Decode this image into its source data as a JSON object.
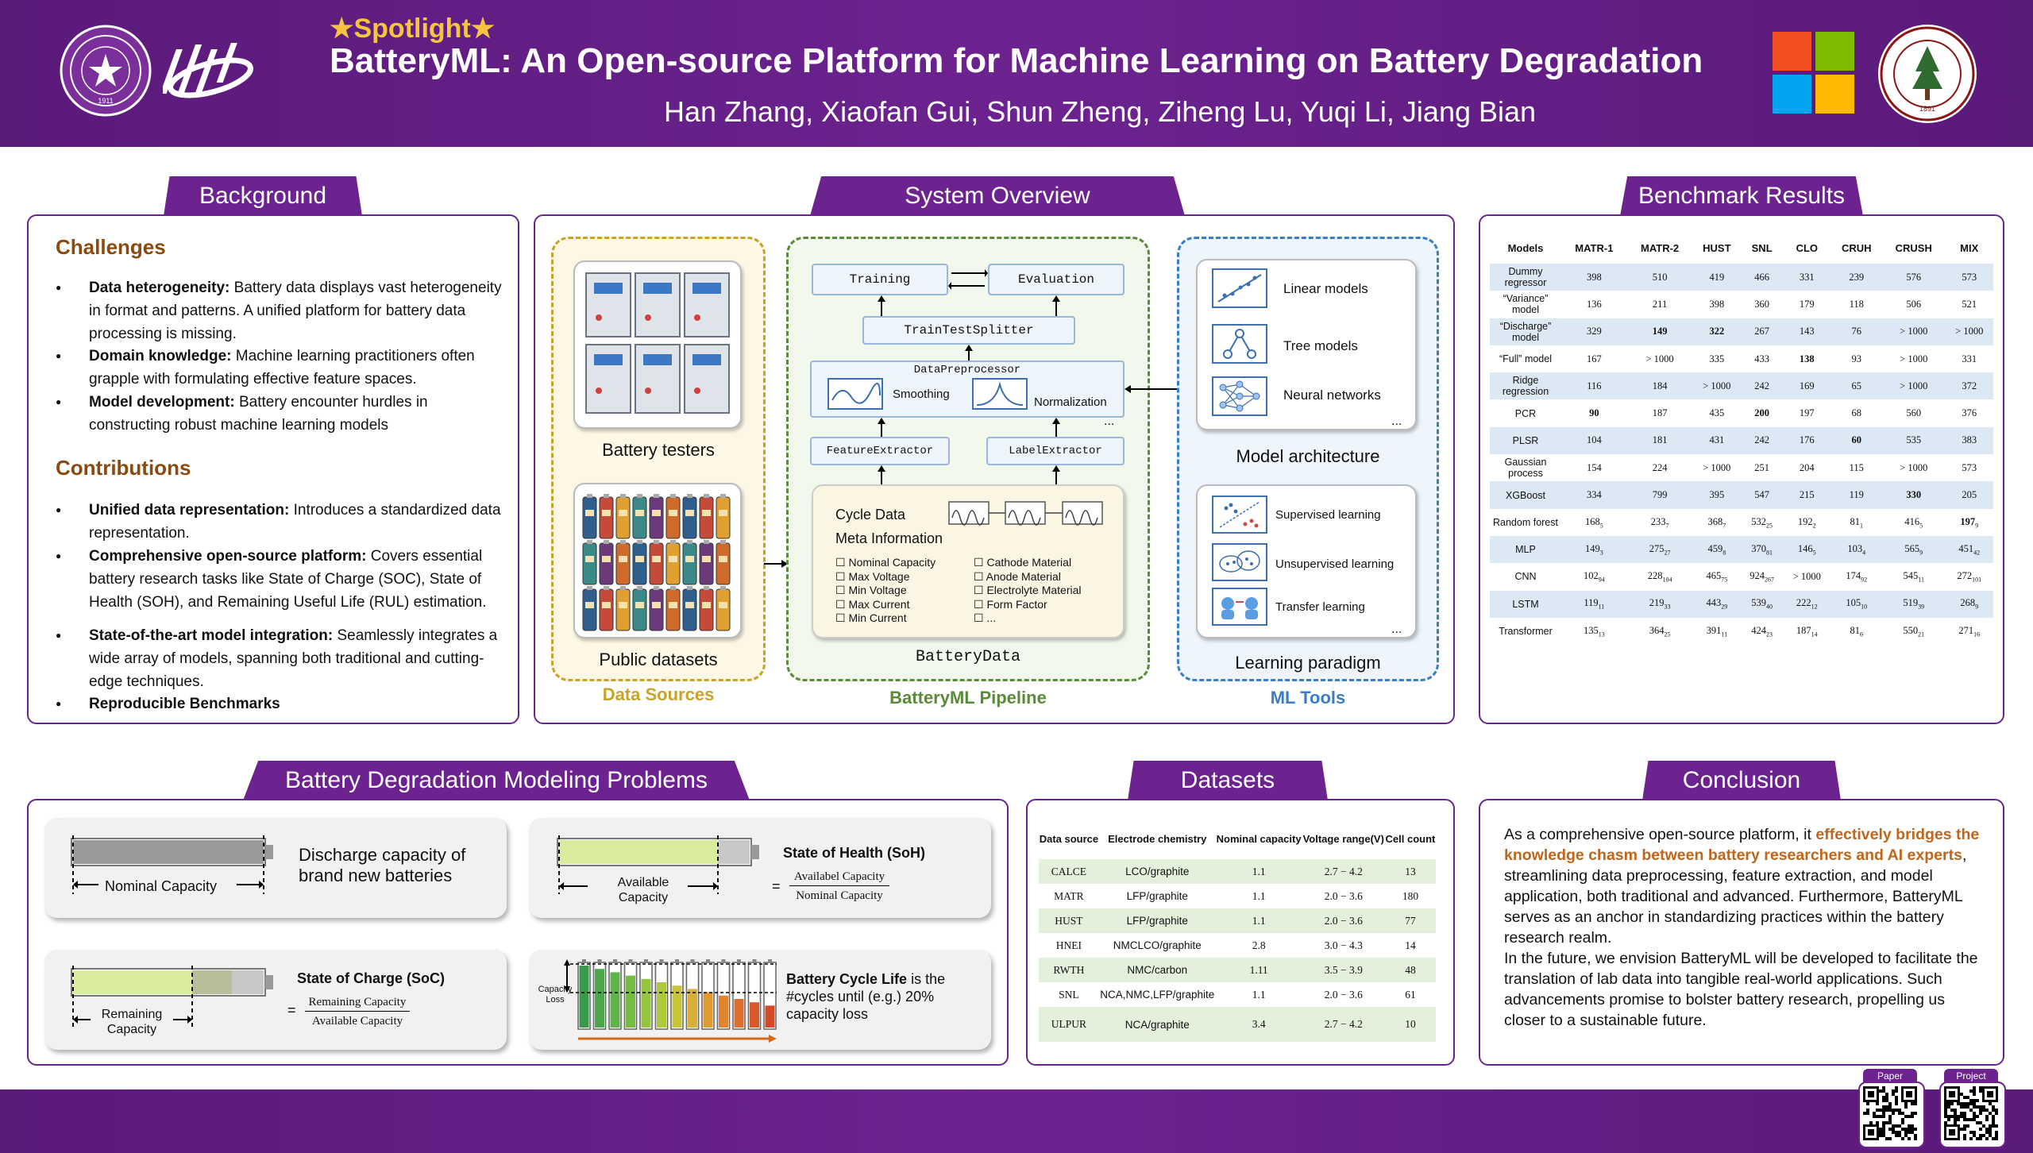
{
  "header": {
    "spotlight": "Spotlight",
    "title": "BatteryML: An Open-source Platform for Machine Learning on Battery Degradation",
    "authors": "Han Zhang, Xiaofan Gui, Shun Zheng, Ziheng Lu, Yuqi Li, Jiang Bian",
    "seal_left_text": "1911",
    "seal_right_text": "1891"
  },
  "background": {
    "tab": "Background",
    "challenges_title": "Challenges",
    "challenges": [
      {
        "bold": "Data heterogeneity:",
        "text": " Battery data displays vast heterogeneity in format and patterns. A unified platform for battery data processing is missing."
      },
      {
        "bold": "Domain knowledge:",
        "text": " Machine learning practitioners often grapple with formulating effective feature spaces."
      },
      {
        "bold": "Model development:",
        "text": " Battery encounter hurdles in constructing robust machine learning models"
      }
    ],
    "contributions_title": "Contributions",
    "contributions": [
      {
        "bold": "Unified data representation:",
        "text": " Introduces a standardized data representation."
      },
      {
        "bold": "Comprehensive open-source platform:",
        "text": " Covers essential battery research tasks like State of Charge (SOC), State of Health (SOH), and Remaining Useful Life (RUL) estimation."
      },
      {
        "bold": "State-of-the-art model integration:",
        "text": " Seamlessly integrates a wide array of models, spanning both traditional and cutting-edge techniques."
      },
      {
        "bold": "Reproducible Benchmarks",
        "text": ""
      }
    ]
  },
  "system": {
    "tab": "System Overview",
    "battery_testers": "Battery testers",
    "public_datasets": "Public datasets",
    "data_sources": "Data Sources",
    "training": "Training",
    "evaluation": "Evaluation",
    "splitter": "TrainTestSplitter",
    "preprocessor": "DataPreprocessor",
    "smoothing": "Smoothing",
    "normalization": "Normalization",
    "ellipsis": "...",
    "feature_extractor": "FeatureExtractor",
    "label_extractor": "LabelExtractor",
    "cycle_data": "Cycle Data",
    "meta_info": "Meta Information",
    "meta_left": [
      "Nominal Capacity",
      "Max Voltage",
      "Min Voltage",
      "Max Current",
      "Min Current"
    ],
    "meta_right": [
      "Cathode Material",
      "Anode Material",
      "Electrolyte Material",
      "Form Factor",
      "..."
    ],
    "battery_data": "BatteryData",
    "pipeline": "BatteryML Pipeline",
    "models": [
      "Linear models",
      "Tree models",
      "Neural networks"
    ],
    "model_architecture": "Model architecture",
    "paradigms": [
      "Supervised learning",
      "Unsupervised learning",
      "Transfer learning"
    ],
    "learning_paradigm": "Learning paradigm",
    "ml_tools": "ML Tools",
    "colors": {
      "data_sources": "#c9a227",
      "pipeline": "#5a8a3a",
      "ml_tools": "#3b7dc4"
    }
  },
  "benchmark": {
    "tab": "Benchmark Results",
    "header": [
      "Models",
      "MATR-1",
      "MATR-2",
      "HUST",
      "SNL",
      "CLO",
      "CRUH",
      "CRUSH",
      "MIX"
    ],
    "rows": [
      {
        "model": "Dummy regressor",
        "cells": [
          [
            "398",
            ""
          ],
          [
            "510",
            ""
          ],
          [
            "419",
            ""
          ],
          [
            "466",
            ""
          ],
          [
            "331",
            ""
          ],
          [
            "239",
            ""
          ],
          [
            "576",
            ""
          ],
          [
            "573",
            ""
          ]
        ]
      },
      {
        "model": "“Variance” model",
        "cells": [
          [
            "136",
            ""
          ],
          [
            "211",
            ""
          ],
          [
            "398",
            ""
          ],
          [
            "360",
            ""
          ],
          [
            "179",
            ""
          ],
          [
            "118",
            ""
          ],
          [
            "506",
            ""
          ],
          [
            "521",
            ""
          ]
        ]
      },
      {
        "model": "“Discharge” model",
        "cells": [
          [
            "329",
            ""
          ],
          [
            "149",
            ""
          ],
          [
            "322",
            ""
          ],
          [
            "267",
            ""
          ],
          [
            "143",
            ""
          ],
          [
            "76",
            ""
          ],
          [
            "> 1000",
            ""
          ],
          [
            "> 1000",
            ""
          ]
        ],
        "bold": [
          1,
          2
        ]
      },
      {
        "model": "“Full” model",
        "cells": [
          [
            "167",
            ""
          ],
          [
            "> 1000",
            ""
          ],
          [
            "335",
            ""
          ],
          [
            "433",
            ""
          ],
          [
            "138",
            ""
          ],
          [
            "93",
            ""
          ],
          [
            "> 1000",
            ""
          ],
          [
            "331",
            ""
          ]
        ],
        "bold": [
          4
        ]
      },
      {
        "model": "Ridge regression",
        "cells": [
          [
            "116",
            ""
          ],
          [
            "184",
            ""
          ],
          [
            "> 1000",
            ""
          ],
          [
            "242",
            ""
          ],
          [
            "169",
            ""
          ],
          [
            "65",
            ""
          ],
          [
            "> 1000",
            ""
          ],
          [
            "372",
            ""
          ]
        ]
      },
      {
        "model": "PCR",
        "cells": [
          [
            "90",
            ""
          ],
          [
            "187",
            ""
          ],
          [
            "435",
            ""
          ],
          [
            "200",
            ""
          ],
          [
            "197",
            ""
          ],
          [
            "68",
            ""
          ],
          [
            "560",
            ""
          ],
          [
            "376",
            ""
          ]
        ],
        "bold": [
          0,
          3
        ]
      },
      {
        "model": "PLSR",
        "cells": [
          [
            "104",
            ""
          ],
          [
            "181",
            ""
          ],
          [
            "431",
            ""
          ],
          [
            "242",
            ""
          ],
          [
            "176",
            ""
          ],
          [
            "60",
            ""
          ],
          [
            "535",
            ""
          ],
          [
            "383",
            ""
          ]
        ],
        "bold": [
          5
        ]
      },
      {
        "model": "Gaussian process",
        "cells": [
          [
            "154",
            ""
          ],
          [
            "224",
            ""
          ],
          [
            "> 1000",
            ""
          ],
          [
            "251",
            ""
          ],
          [
            "204",
            ""
          ],
          [
            "115",
            ""
          ],
          [
            "> 1000",
            ""
          ],
          [
            "573",
            ""
          ]
        ]
      },
      {
        "model": "XGBoost",
        "cells": [
          [
            "334",
            ""
          ],
          [
            "799",
            ""
          ],
          [
            "395",
            ""
          ],
          [
            "547",
            ""
          ],
          [
            "215",
            ""
          ],
          [
            "119",
            ""
          ],
          [
            "330",
            ""
          ],
          [
            "205",
            ""
          ]
        ],
        "bold": [
          6
        ]
      },
      {
        "model": "Random forest",
        "cells": [
          [
            "168",
            "5"
          ],
          [
            "233",
            "7"
          ],
          [
            "368",
            "7"
          ],
          [
            "532",
            "25"
          ],
          [
            "192",
            "2"
          ],
          [
            "81",
            "1"
          ],
          [
            "416",
            "5"
          ],
          [
            "197",
            "9"
          ]
        ],
        "bold": [
          7
        ]
      },
      {
        "model": "MLP",
        "cells": [
          [
            "149",
            "3"
          ],
          [
            "275",
            "27"
          ],
          [
            "459",
            "8"
          ],
          [
            "370",
            "81"
          ],
          [
            "146",
            "5"
          ],
          [
            "103",
            "4"
          ],
          [
            "565",
            "9"
          ],
          [
            "451",
            "42"
          ]
        ]
      },
      {
        "model": "CNN",
        "cells": [
          [
            "102",
            "94"
          ],
          [
            "228",
            "104"
          ],
          [
            "465",
            "75"
          ],
          [
            "924",
            "267"
          ],
          [
            "> 1000",
            ""
          ],
          [
            "174",
            "92"
          ],
          [
            "545",
            "11"
          ],
          [
            "272",
            "101"
          ]
        ]
      },
      {
        "model": "LSTM",
        "cells": [
          [
            "119",
            "11"
          ],
          [
            "219",
            "33"
          ],
          [
            "443",
            "29"
          ],
          [
            "539",
            "40"
          ],
          [
            "222",
            "12"
          ],
          [
            "105",
            "10"
          ],
          [
            "519",
            "39"
          ],
          [
            "268",
            "9"
          ]
        ]
      },
      {
        "model": "Transformer",
        "cells": [
          [
            "135",
            "13"
          ],
          [
            "364",
            "25"
          ],
          [
            "391",
            "11"
          ],
          [
            "424",
            "23"
          ],
          [
            "187",
            "14"
          ],
          [
            "81",
            "6"
          ],
          [
            "550",
            "21"
          ],
          [
            "271",
            "16"
          ]
        ]
      }
    ]
  },
  "degradation": {
    "tab": "Battery Degradation Modeling Problems",
    "nominal_capacity": "Nominal Capacity",
    "discharge_text": "Discharge capacity of brand new batteries",
    "soh_title": "State of Health (SoH)",
    "available_capacity": "Available Capacity",
    "soh_num": "Availabel Capacity",
    "soh_den": "Nominal Capacity",
    "soc_title": "State of Charge (SoC)",
    "remaining_capacity": "Remaining Capacity",
    "soc_num": "Remaining Capacity",
    "soc_den": "Available Capacity",
    "eq": "=",
    "capacity_loss": "Capacity Loss",
    "cycle_bold": "Battery Cycle Life",
    "cycle_text": " is the #cycles until (e.g.) 20% capacity loss",
    "colors": {
      "new": "#9a9a9a",
      "soh": "#d9ec9b",
      "soc": "#d9ec9b"
    }
  },
  "datasets": {
    "tab": "Datasets",
    "header": [
      "Data source",
      "Electrode chemistry",
      "Nominal capacity",
      "Voltage range(V)",
      "Cell count"
    ],
    "rows": [
      [
        "CALCE",
        "LCO/graphite",
        "1.1",
        "2.7 − 4.2",
        "13"
      ],
      [
        "MATR",
        "LFP/graphite",
        "1.1",
        "2.0 − 3.6",
        "180"
      ],
      [
        "HUST",
        "LFP/graphite",
        "1.1",
        "2.0 − 3.6",
        "77"
      ],
      [
        "HNEI",
        "NMCLCO/graphite",
        "2.8",
        "3.0 − 4.3",
        "14"
      ],
      [
        "RWTH",
        "NMC/carbon",
        "1.11",
        "3.5 − 3.9",
        "48"
      ],
      [
        "SNL",
        "NCA,NMC,LFP/graphite",
        "1.1",
        "2.0 − 3.6",
        "61"
      ],
      [
        "ULPUR",
        "NCA/graphite",
        "3.4",
        "2.7 − 4.2",
        "10"
      ]
    ]
  },
  "conclusion": {
    "tab": "Conclusion",
    "p1_pre": "As a comprehensive open-source platform, it ",
    "p1_highlight": "effectively bridges the knowledge chasm between battery researchers and AI experts",
    "p1_post": ", streamlining data preprocessing, feature extraction, and model application, both traditional and advanced. Furthermore, BatteryML serves as an anchor in standardizing practices within the battery research realm.",
    "p2": "In the future, we envision BatteryML will be developed to facilitate the translation of lab data into tangible real-world applications. Such advancements promise to bolster battery research, propelling us closer to a sustainable future.",
    "highlight_color": "#c0651a"
  },
  "footer": {
    "paper": "Paper",
    "project": "Project"
  }
}
